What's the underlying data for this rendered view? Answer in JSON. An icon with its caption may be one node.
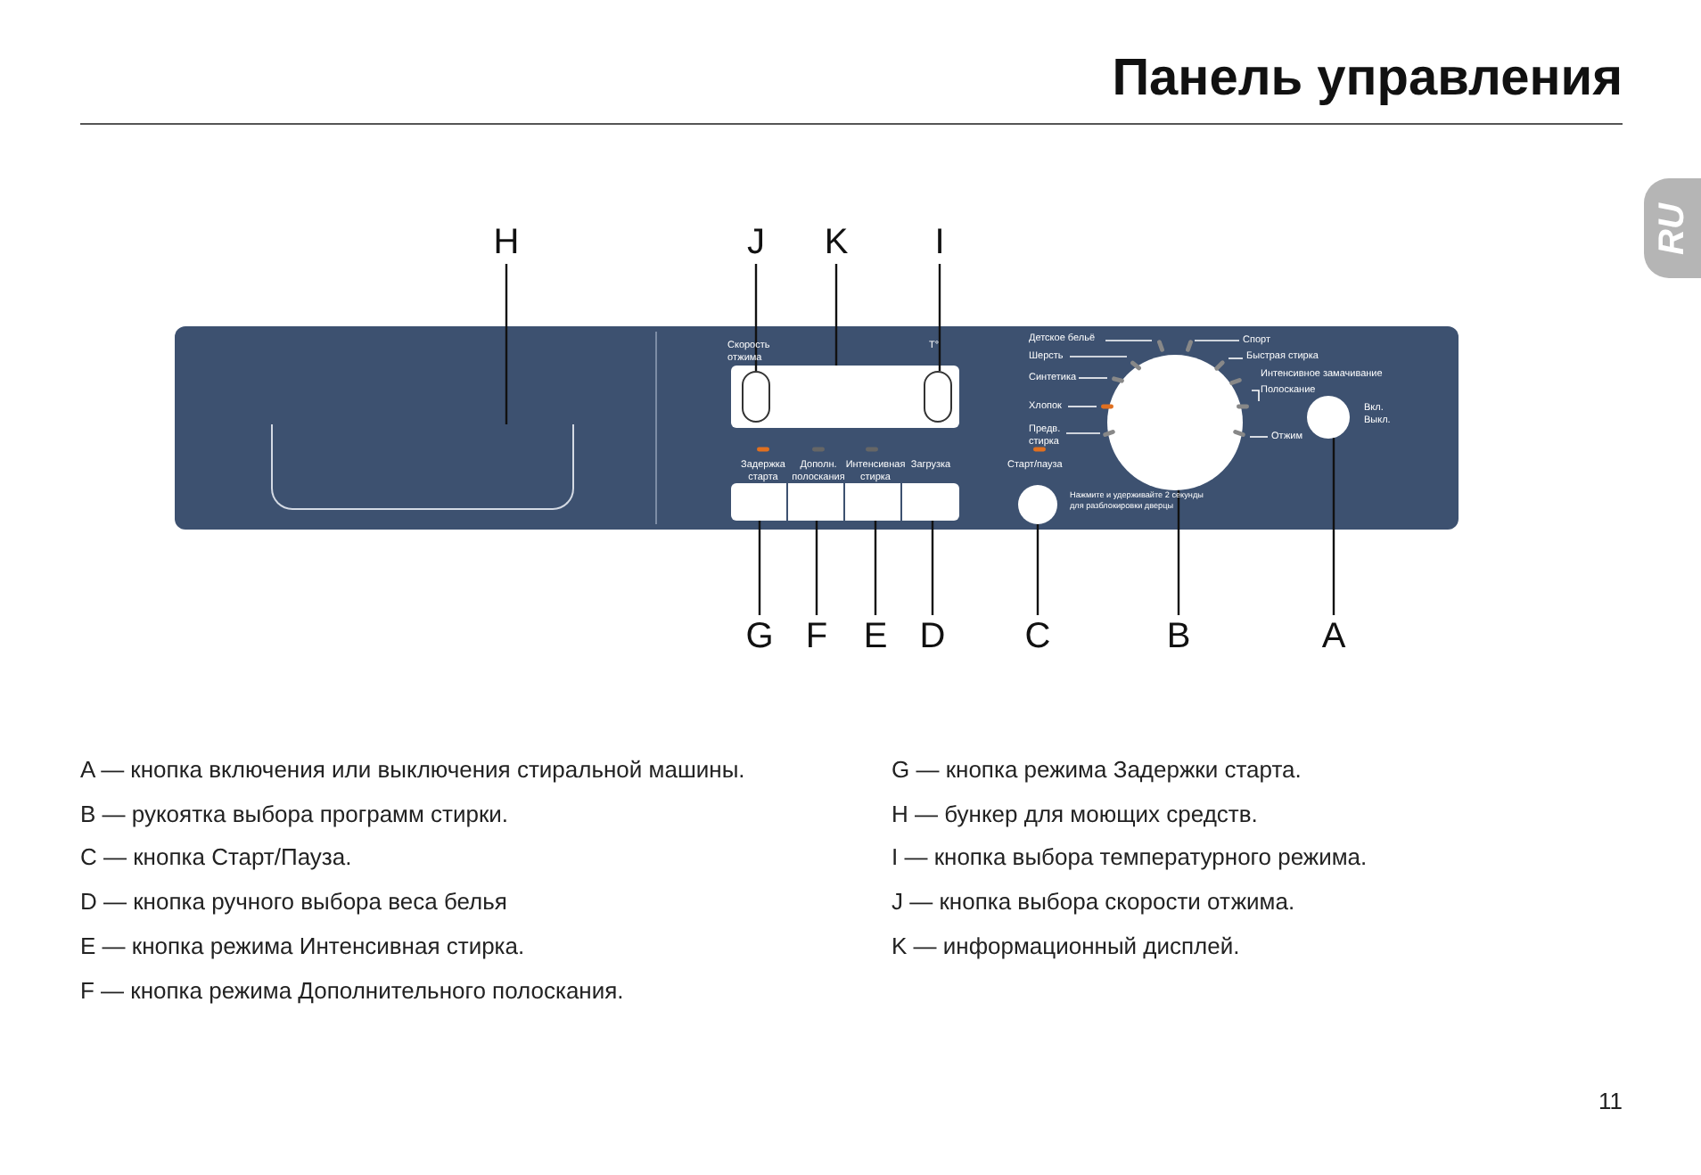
{
  "diagram": {
    "title": "Панель управления",
    "nodes": [
      {
        "text": [
          "H"
        ]
      },
      {
        "text": [
          "J"
        ]
      },
      {
        "text": [
          "K"
        ]
      },
      {
        "text": [
          "I"
        ]
      },
      {
        "text": [],
        "shape": "box"
      },
      {
        "text": [],
        "shape": "box",
        "in": 4
      },
      {
        "text": [],
        "shape": "box",
        "in": 4
      },
      {
        "text": [],
        "shape": "box",
        "in": 6
      },
      {
        "text": [],
        "shape": "box",
        "in": 6
      },
      {
        "text": [],
        "shape": "box",
        "in": 4
      },
      {
        "text": [],
        "shape": "box",
        "in": 4
      },
      {
        "text": [],
        "shape": "box",
        "in": 4
      },
      {
        "text": [],
        "shape": "box",
        "in": 4
      },
      {
        "text": [],
        "shape": "circle",
        "in": 4
      },
      {
        "text": [],
        "shape": "circle",
        "in": 4
      },
      {
        "text": [],
        "shape": "circle",
        "in": 4
      },
      {
        "text": [
          "G"
        ]
      },
      {
        "text": [
          "F"
        ]
      },
      {
        "text": [
          "E"
        ]
      },
      {
        "text": [
          "D"
        ]
      },
      {
        "text": [
          "C"
        ]
      },
      {
        "text": [
          "B"
        ]
      },
      {
        "text": [
          "A"
        ]
      }
    ],
    "edges": [
      {
        "from": 0,
        "to": 5,
        "arrow": "none"
      },
      {
        "from": 1,
        "to": 7,
        "arrow": "none"
      },
      {
        "from": 2,
        "to": 6,
        "arrow": "none"
      },
      {
        "from": 3,
        "to": 8,
        "arrow": "none"
      },
      {
        "from": 16,
        "to": 9,
        "arrow": "none"
      },
      {
        "from": 17,
        "to": 10,
        "arrow": "none"
      },
      {
        "from": 18,
        "to": 11,
        "arrow": "none"
      },
      {
        "from": 19,
        "to": 12,
        "arrow": "none"
      },
      {
        "from": 20,
        "to": 13,
        "arrow": "none"
      },
      {
        "from": 21,
        "to": 14,
        "arrow": "none"
      },
      {
        "from": 22,
        "to": 15,
        "arrow": "none"
      }
    ],
    "labels": [
      "RU",
      "Скорость отжима",
      "T°",
      "Задержка старта",
      "Дополн. полоскания",
      "Интенсивная стирка",
      "Загрузка",
      "Детское бельё",
      "Шерсть",
      "Синтетика",
      "Хлопок",
      "Предв. стирка",
      "Старт/пауза",
      "Спорт",
      "Быстрая стирка",
      "Интенсивное замачивание",
      "Полоскание",
      "Отжим",
      "Вкл. Выкл.",
      "Нажмите и удерживайте 2 секунды для разблокировки дверцы",
      "A — кнопка включения или выключения стиральной машины.",
      "B — рукоятка выбора программ стирки.",
      "C — кнопка Старт/Пауза.",
      "D — кнопка ручного выбора веса белья",
      "E — кнопка режима Интенсивная стирка.",
      "F — кнопка режима Дополнительного полоскания.",
      "G — кнопка режима Задержки старта.",
      "H — бункер для моющих средств.",
      "I — кнопка выбора температурного режима.",
      "J — кнопка выбора скорости отжима.",
      "K — информационный дисплей.",
      "11"
    ]
  }
}
